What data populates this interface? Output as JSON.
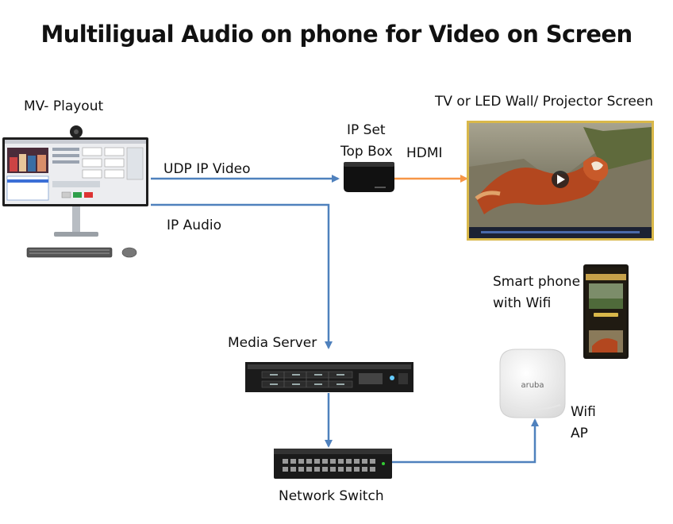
{
  "title": "Multiligual Audio on phone for Video on Screen",
  "nodes": {
    "playout": {
      "label": "MV- Playout"
    },
    "settop": {
      "label_line1": "IP Set",
      "label_line2": "Top Box"
    },
    "screen": {
      "label": "TV or LED Wall/ Projector Screen"
    },
    "phone": {
      "label_line1": "Smart phone",
      "label_line2": "with Wifi"
    },
    "media_server": {
      "label": "Media Server"
    },
    "network_switch": {
      "label": "Network Switch"
    },
    "wifi_ap": {
      "label_line1": "Wifi",
      "label_line2": "AP",
      "brand": "aruba"
    }
  },
  "edges": {
    "udp_video": {
      "label": "UDP IP Video"
    },
    "hdmi": {
      "label": "HDMI"
    },
    "ip_audio": {
      "label": "IP Audio"
    }
  },
  "colors": {
    "network_link": "#4f81bd",
    "hdmi_link": "#f79646",
    "screen_frame": "#d9b84a"
  }
}
